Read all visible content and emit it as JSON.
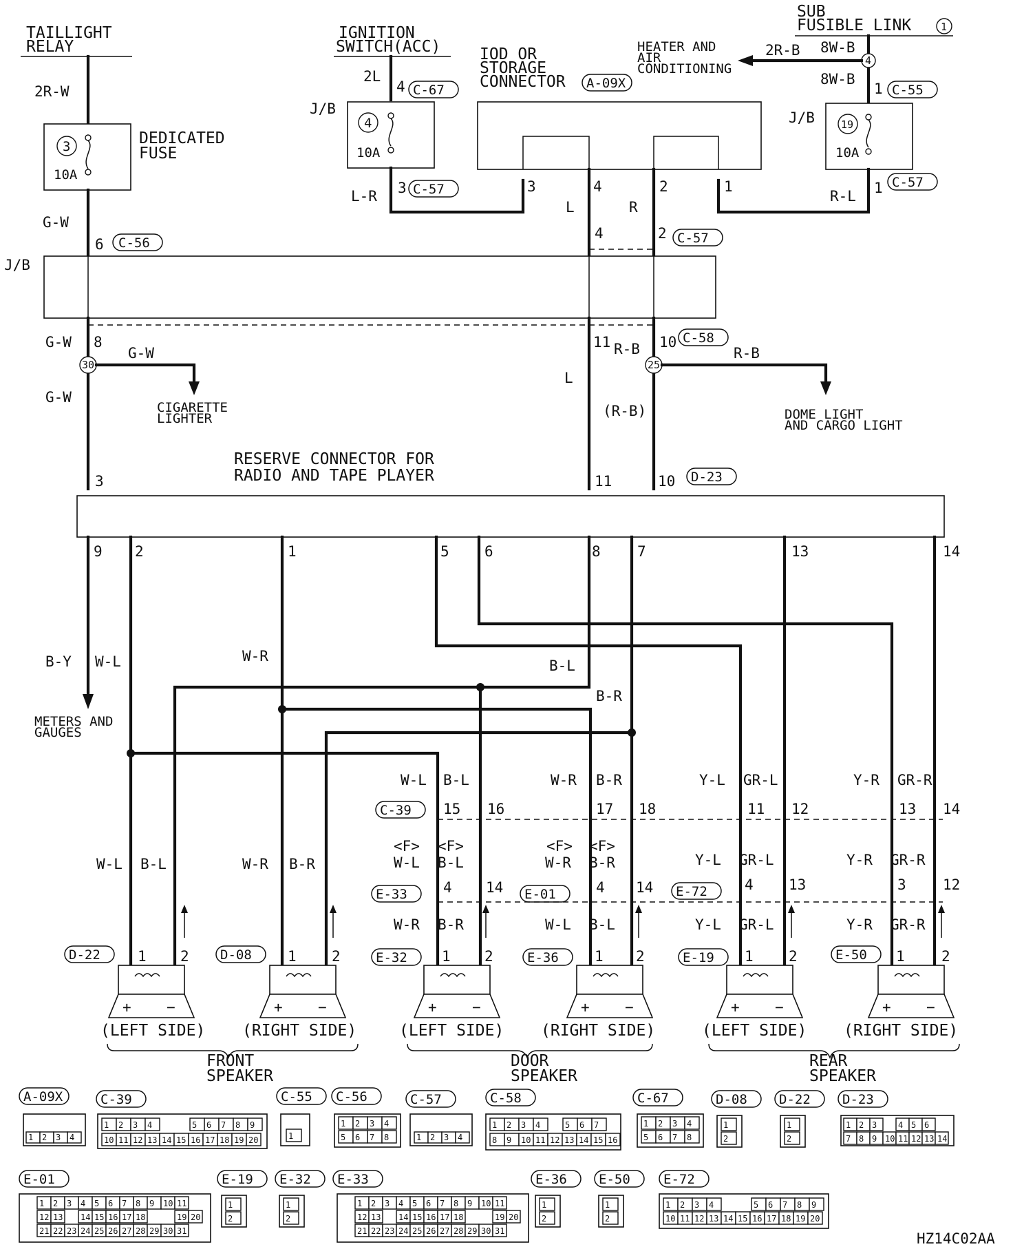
{
  "labels": {
    "taillight_relay_1": "TAILLIGHT",
    "taillight_relay_2": "RELAY",
    "ignition_1": "IGNITION",
    "ignition_2": "SWITCH(ACC)",
    "iod_1": "IOD OR",
    "iod_2": "STORAGE",
    "iod_3": "CONNECTOR",
    "sub_1": "SUB",
    "sub_2": "FUSIBLE LINK",
    "sub_num": "1",
    "heater_1": "HEATER AND",
    "heater_2": "AIR",
    "heater_3": "CONDITIONING",
    "dedicated_1": "DEDICATED",
    "dedicated_2": "FUSE",
    "jb": "J/B",
    "cigarette_1": "CIGARETTE",
    "cigarette_2": "LIGHTER",
    "dome_1": "DOME LIGHT",
    "dome_2": "AND CARGO LIGHT",
    "reserve_1": "RESERVE CONNECTOR FOR",
    "reserve_2": "RADIO AND TAPE PLAYER",
    "meters_1": "METERS AND",
    "meters_2": "GAUGES",
    "left_side": "(LEFT SIDE)",
    "right_side": "(RIGHT SIDE)",
    "front_speaker_1": "FRONT",
    "door_speaker_1": "DOOR",
    "rear_speaker_1": "REAR",
    "speaker_2": "SPEAKER",
    "diagram_code": "HZ14C02AA"
  },
  "fuses": {
    "dedicated_num": "3",
    "jb_ign_num": "4",
    "jb_sub_num": "19",
    "rating": "10A",
    "splice_30": "30",
    "splice_25": "25",
    "splice_4": "4"
  },
  "connectors": {
    "a09x": "A-09X",
    "c39": "C-39",
    "c55": "C-55",
    "c56": "C-56",
    "c57": "C-57",
    "c58": "C-58",
    "c67": "C-67",
    "d08": "D-08",
    "d22": "D-22",
    "d23": "D-23",
    "e01": "E-01",
    "e19": "E-19",
    "e32": "E-32",
    "e33": "E-33",
    "e36": "E-36",
    "e50": "E-50",
    "e72": "E-72"
  },
  "wires": {
    "r2w": "2R-W",
    "gw": "G-W",
    "l2": "2L",
    "lr": "L-R",
    "l": "L",
    "r": "R",
    "rl": "R-L",
    "r2b": "2R-B",
    "w8b": "8W-B",
    "rb": "R-B",
    "rb_paren": "(R-B)",
    "by": "B-Y",
    "wl": "W-L",
    "wr": "W-R",
    "bl": "B-L",
    "br": "B-R",
    "yl": "Y-L",
    "grl": "GR-L",
    "yr": "Y-R",
    "grr": "GR-R",
    "f": "<F>"
  },
  "pins": {
    "p1": "1",
    "p2": "2",
    "p3": "3",
    "p4": "4",
    "p5": "5",
    "p6": "6",
    "p7": "7",
    "p8": "8",
    "p9": "9",
    "p10": "10",
    "p11": "11",
    "p12": "12",
    "p13": "13",
    "p14": "14",
    "p15": "15",
    "p16": "16",
    "p17": "17",
    "p18": "18"
  },
  "speaker": {
    "plus": "+",
    "minus": "−"
  },
  "pinouts": {
    "a09x": [
      "1",
      "2",
      "3",
      "4"
    ],
    "c39_r1": [
      "1",
      "2",
      "3",
      "4",
      "5",
      "6",
      "7",
      "8",
      "9"
    ],
    "c39_r2": [
      "10",
      "11",
      "12",
      "13",
      "14",
      "15",
      "16",
      "17",
      "18",
      "19",
      "20"
    ],
    "c55": [
      "1"
    ],
    "c56": [
      "1",
      "2",
      "3",
      "4",
      "5",
      "6",
      "7",
      "8"
    ],
    "c57": [
      "1",
      "2",
      "3",
      "4"
    ],
    "c58_r1": [
      "1",
      "2",
      "3",
      "4",
      "5",
      "6",
      "7"
    ],
    "c58_r2": [
      "8",
      "9",
      "10",
      "11",
      "12",
      "13",
      "14",
      "15",
      "16"
    ],
    "c67": [
      "1",
      "2",
      "3",
      "4",
      "5",
      "6",
      "7",
      "8"
    ],
    "two_pin": [
      "1",
      "2"
    ],
    "d23_r1": [
      "1",
      "2",
      "3",
      "4",
      "5",
      "6"
    ],
    "d23_r2": [
      "7",
      "8",
      "9",
      "10",
      "11",
      "12",
      "13",
      "14"
    ],
    "e01_r1": [
      "1",
      "2",
      "3",
      "4",
      "5",
      "6",
      "7",
      "8",
      "9",
      "10",
      "11"
    ],
    "e01_r2": [
      "12",
      "13",
      "14",
      "15",
      "16",
      "17",
      "18",
      "19",
      "20"
    ],
    "e01_r3": [
      "21",
      "22",
      "23",
      "24",
      "25",
      "26",
      "27",
      "28",
      "29",
      "30",
      "31"
    ],
    "e72_r1": [
      "1",
      "2",
      "3",
      "4",
      "5",
      "6",
      "7",
      "8",
      "9"
    ],
    "e72_r2": [
      "10",
      "11",
      "12",
      "13",
      "14",
      "15",
      "16",
      "17",
      "18",
      "19",
      "20"
    ]
  }
}
